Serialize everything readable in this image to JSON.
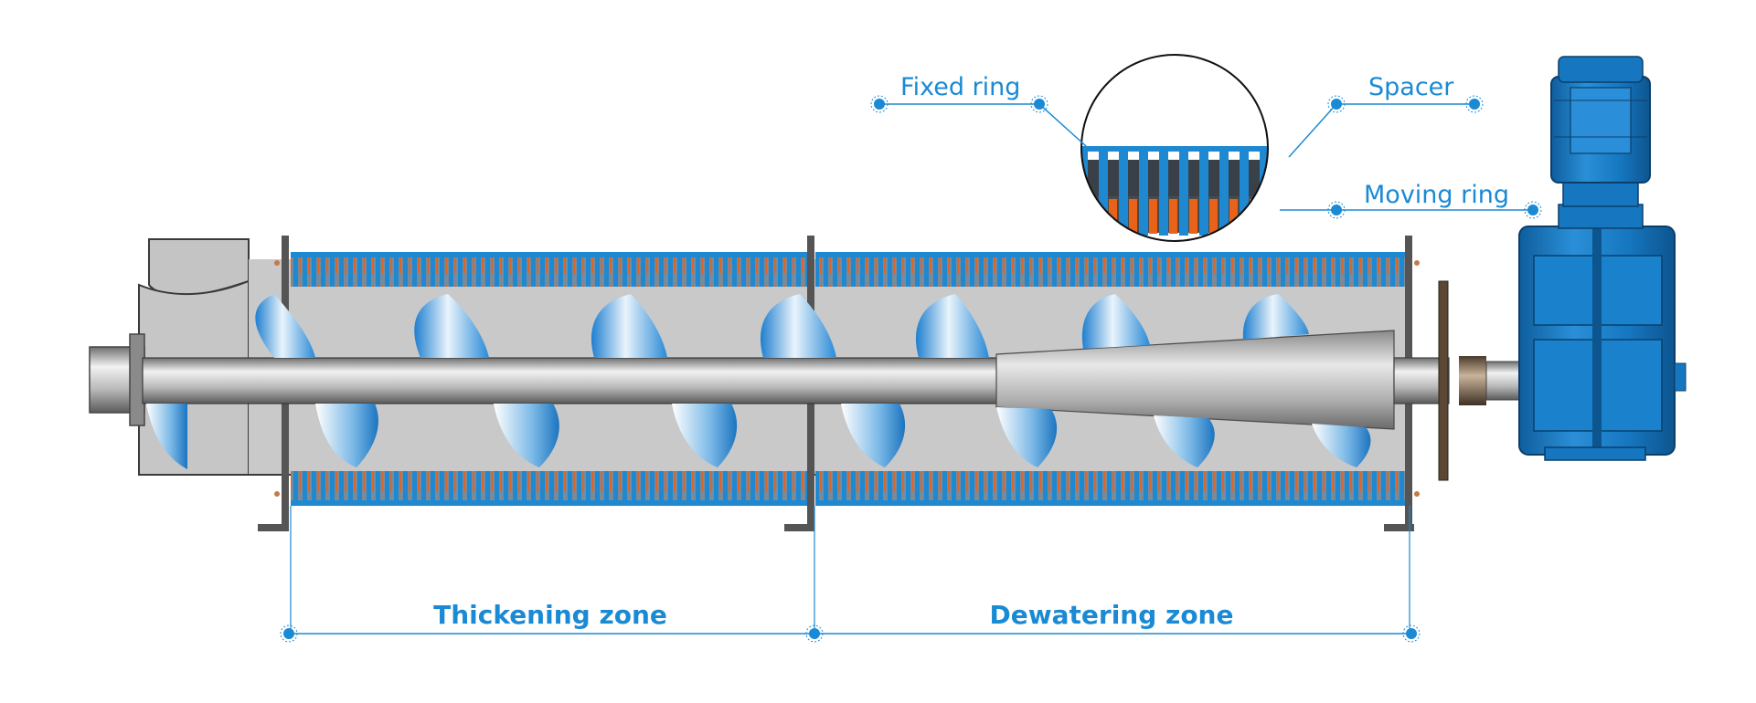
{
  "labels": {
    "fixed_ring": "Fixed ring",
    "spacer": "Spacer",
    "moving_ring": "Moving ring",
    "thickening_zone": "Thickening zone",
    "dewatering_zone": "Dewatering zone"
  },
  "colors": {
    "accent": "#1a8ad4",
    "ring_blue": "#1e88d0",
    "ring_orange": "#e8621a",
    "body_gray": "#c9c9c9",
    "motor_blue": "#1677c0"
  }
}
